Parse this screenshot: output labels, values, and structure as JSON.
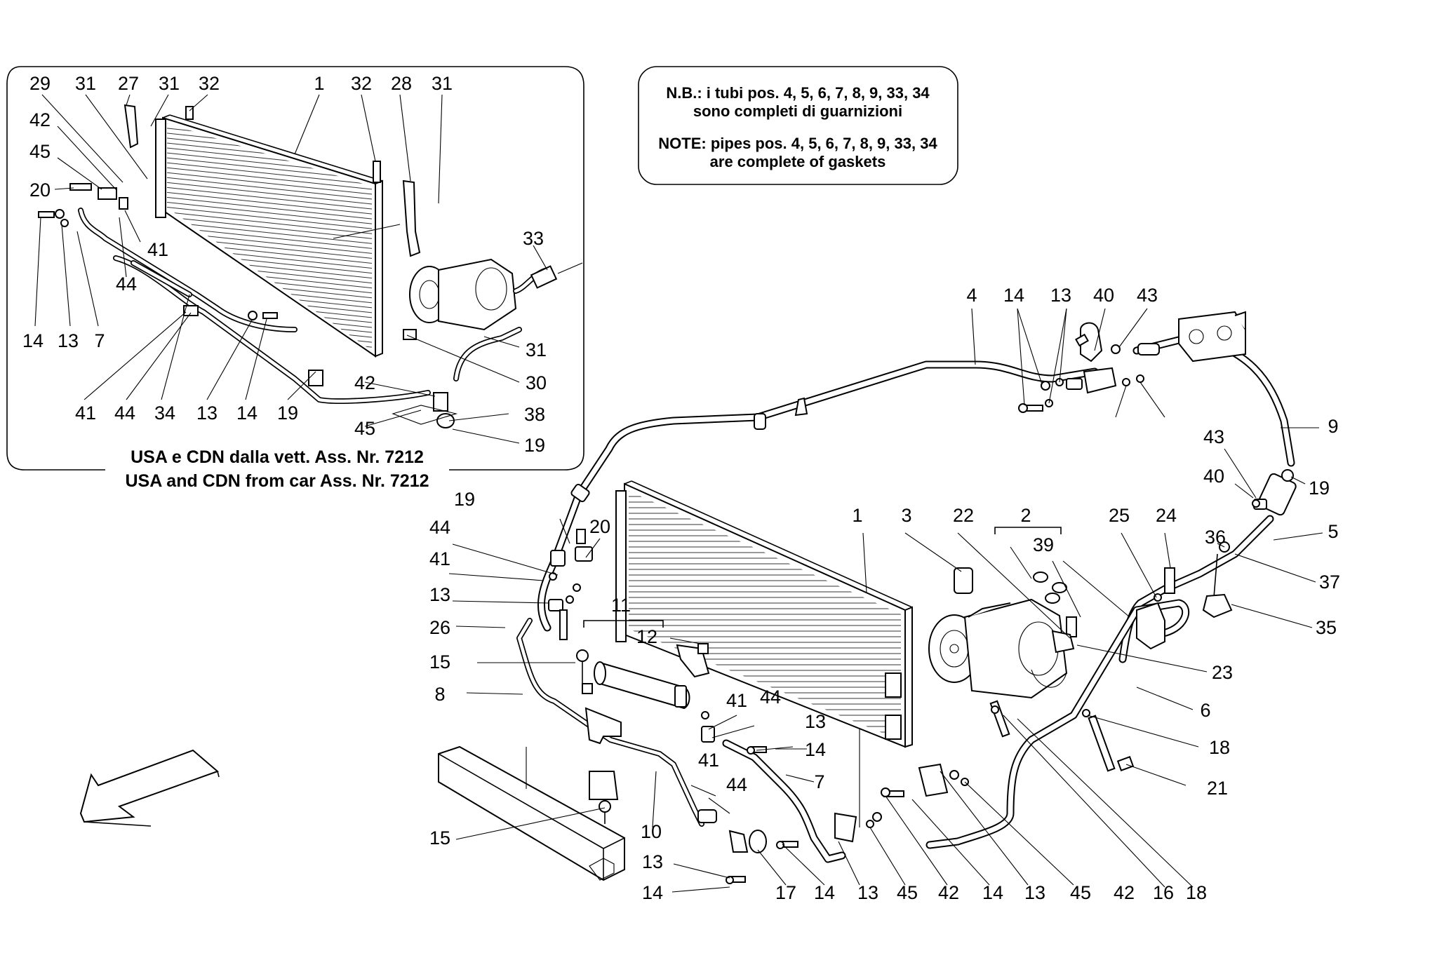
{
  "note": {
    "line1": "N.B.: i tubi pos. 4, 5, 6, 7, 8, 9, 33, 34",
    "line2": "sono completi di guarnizioni",
    "line3": "NOTE: pipes pos. 4, 5, 6, 7, 8, 9, 33, 34",
    "line4": "are complete of gaskets"
  },
  "inset": {
    "caption_it": "USA e CDN dalla vett. Ass. Nr. 7212",
    "caption_en": "USA and CDN from car Ass. Nr. 7212",
    "callouts": [
      "29",
      "31",
      "27",
      "31",
      "32",
      "1",
      "32",
      "28",
      "31",
      "42",
      "45",
      "20",
      "41",
      "44",
      "14",
      "13",
      "7",
      "33",
      "31",
      "30",
      "42",
      "38",
      "45",
      "19",
      "41",
      "44",
      "34",
      "13",
      "14",
      "19"
    ]
  },
  "main": {
    "callouts": [
      "4",
      "14",
      "13",
      "40",
      "43",
      "9",
      "43",
      "40",
      "19",
      "5",
      "36",
      "37",
      "35",
      "25",
      "24",
      "1",
      "3",
      "22",
      "2",
      "39",
      "23",
      "6",
      "18",
      "21",
      "19",
      "44",
      "41",
      "13",
      "26",
      "15",
      "8",
      "20",
      "11",
      "12",
      "41",
      "44",
      "13",
      "14",
      "7",
      "41",
      "44",
      "10",
      "15",
      "13",
      "14",
      "17",
      "14",
      "13",
      "45",
      "42",
      "14",
      "13",
      "45",
      "42",
      "16",
      "18"
    ]
  }
}
